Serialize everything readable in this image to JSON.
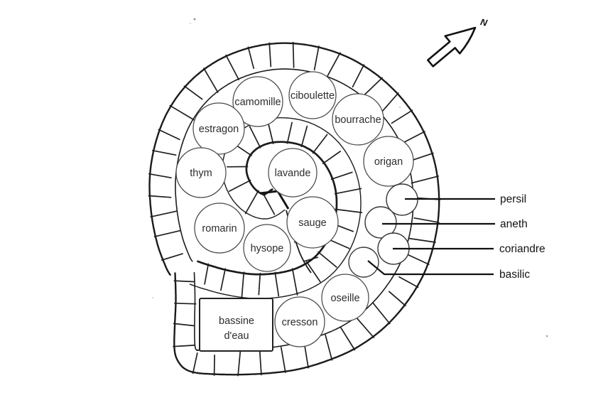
{
  "compass": {
    "label": "N"
  },
  "plants": {
    "camomille": "camomille",
    "ciboulette": "ciboulette",
    "bourrache": "bourrache",
    "estragon": "estragon",
    "origan": "origan",
    "thym": "thym",
    "lavande": "lavande",
    "romarin": "romarin",
    "sauge": "sauge",
    "hysope": "hysope",
    "oseille": "oseille",
    "cresson": "cresson"
  },
  "water_basin": {
    "line1": "bassine",
    "line2": "d'eau"
  },
  "callouts": {
    "persil": "persil",
    "aneth": "aneth",
    "coriandre": "coriandre",
    "basilic": "basilic"
  }
}
